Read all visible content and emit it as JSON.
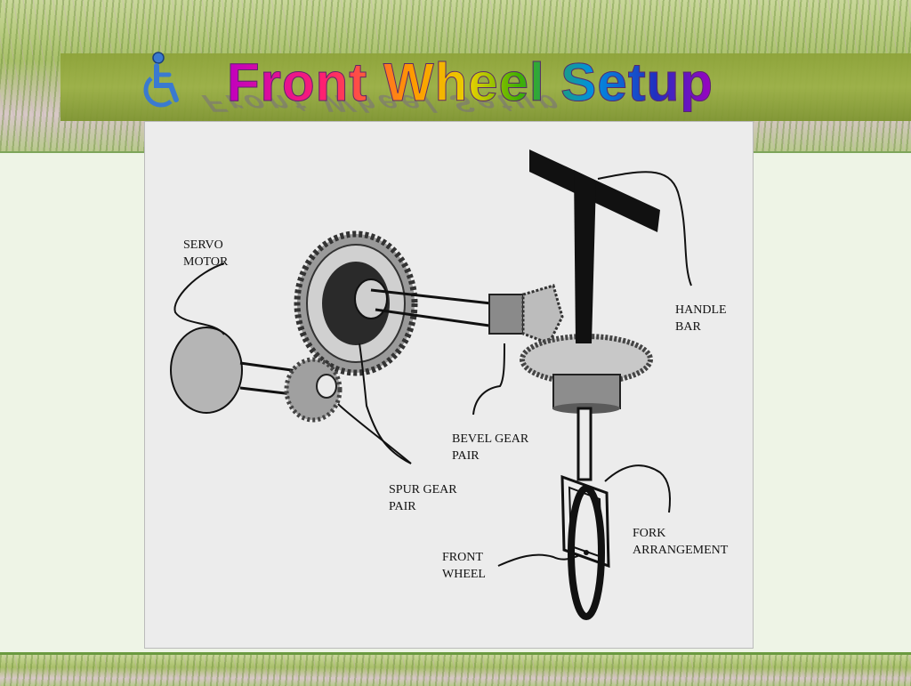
{
  "slide": {
    "title": "Front Wheel Setup"
  },
  "diagram": {
    "labels": {
      "servo_motor": "SERVO\nMOTOR",
      "handle_bar": "HANDLE\nBAR",
      "bevel_gear_pair": "BEVEL GEAR\nPAIR",
      "spur_gear_pair": "SPUR GEAR\n  PAIR",
      "front_wheel": "FRONT\nWHEEL",
      "fork_arrangement": "FORK\nARRANGEMENT"
    },
    "icons": [
      "wheelchair-icon"
    ],
    "colors": {
      "accent": "#2a6ab0",
      "background": "#eef4e6",
      "panel": "#ececec"
    }
  }
}
